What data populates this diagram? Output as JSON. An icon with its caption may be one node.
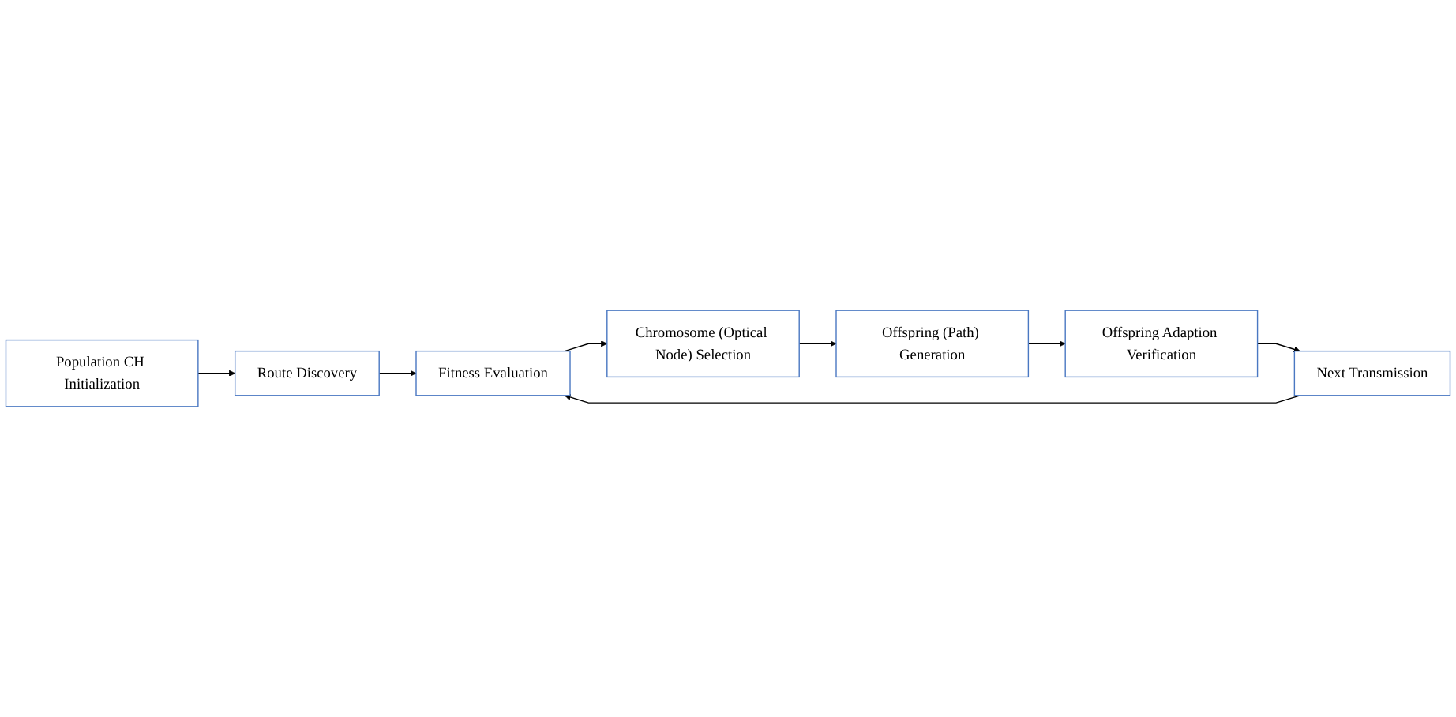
{
  "diagram": {
    "nodes": [
      {
        "text": [
          "Population CH Initialization"
        ]
      },
      {
        "text": [
          "Route Discovery"
        ]
      },
      {
        "text": [
          "Fitness Evaluation"
        ]
      },
      {
        "text": [
          "Chromosome (Optical Node) Selection"
        ]
      },
      {
        "text": [
          "Offspring (Path) Generation"
        ]
      },
      {
        "text": [
          "Offspring Adaption Verification"
        ]
      },
      {
        "text": [
          "Next Transmission"
        ]
      }
    ],
    "edges": [
      {
        "from": 0,
        "to": 1,
        "arrow": "to"
      },
      {
        "from": 1,
        "to": 2,
        "arrow": "to"
      },
      {
        "from": 2,
        "to": 3,
        "arrow": "to"
      },
      {
        "from": 3,
        "to": 4,
        "arrow": "to"
      },
      {
        "from": 4,
        "to": 5,
        "arrow": "to"
      },
      {
        "from": 5,
        "to": 6,
        "arrow": "to"
      },
      {
        "from": 6,
        "to": 2,
        "arrow": "to"
      }
    ]
  }
}
